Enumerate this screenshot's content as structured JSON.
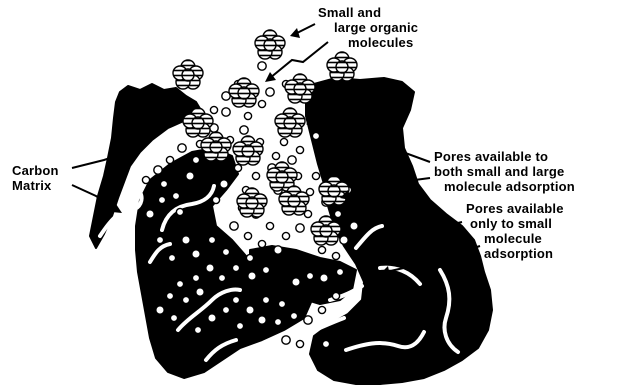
{
  "labels": {
    "organic_molecules": {
      "line1": "Small and",
      "line2": "large organic",
      "line3": "molecules"
    },
    "carbon_matrix": {
      "line1": "Carbon",
      "line2": "Matrix"
    },
    "pores_both": {
      "line1": "Pores available to",
      "line2": "both small and large",
      "line3": "molecule adsorption"
    },
    "pores_small": {
      "line1": "Pores available",
      "line2": "only to small",
      "line3": "molecule",
      "line4": "adsorption"
    }
  },
  "colors": {
    "ink": "#000000",
    "paper": "#ffffff"
  }
}
